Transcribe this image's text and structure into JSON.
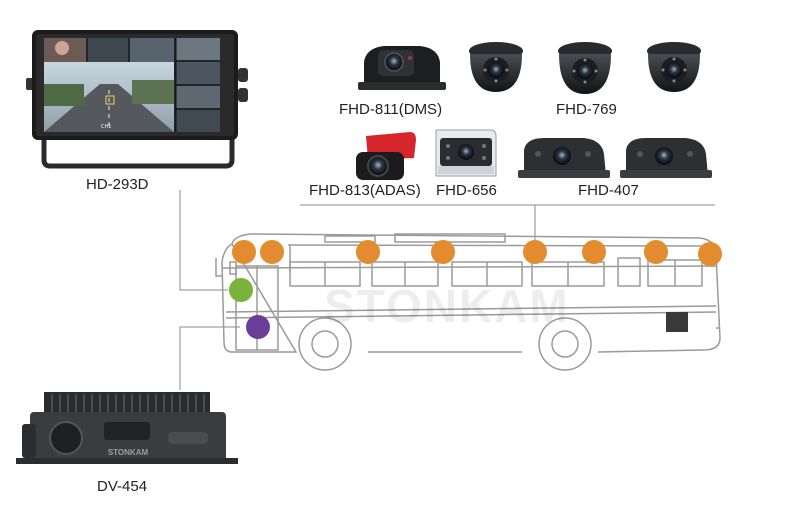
{
  "monitor": {
    "label": "HD-293D",
    "screen_tag": "CH1"
  },
  "dvr": {
    "label": "DV-454",
    "brand": "STONKAM"
  },
  "cameras": [
    {
      "label": "FHD-811(DMS)"
    },
    {
      "label": "FHD-769"
    },
    {
      "label": "FHD-813(ADAS)"
    },
    {
      "label": "FHD-656"
    },
    {
      "label": "FHD-407"
    }
  ],
  "watermark": "STONKAM",
  "colors": {
    "camera_dot": "#e38b2f",
    "monitor_dot": "#7ab33c",
    "dvr_dot": "#6a3e96",
    "bus_line": "#9a9a9a"
  }
}
